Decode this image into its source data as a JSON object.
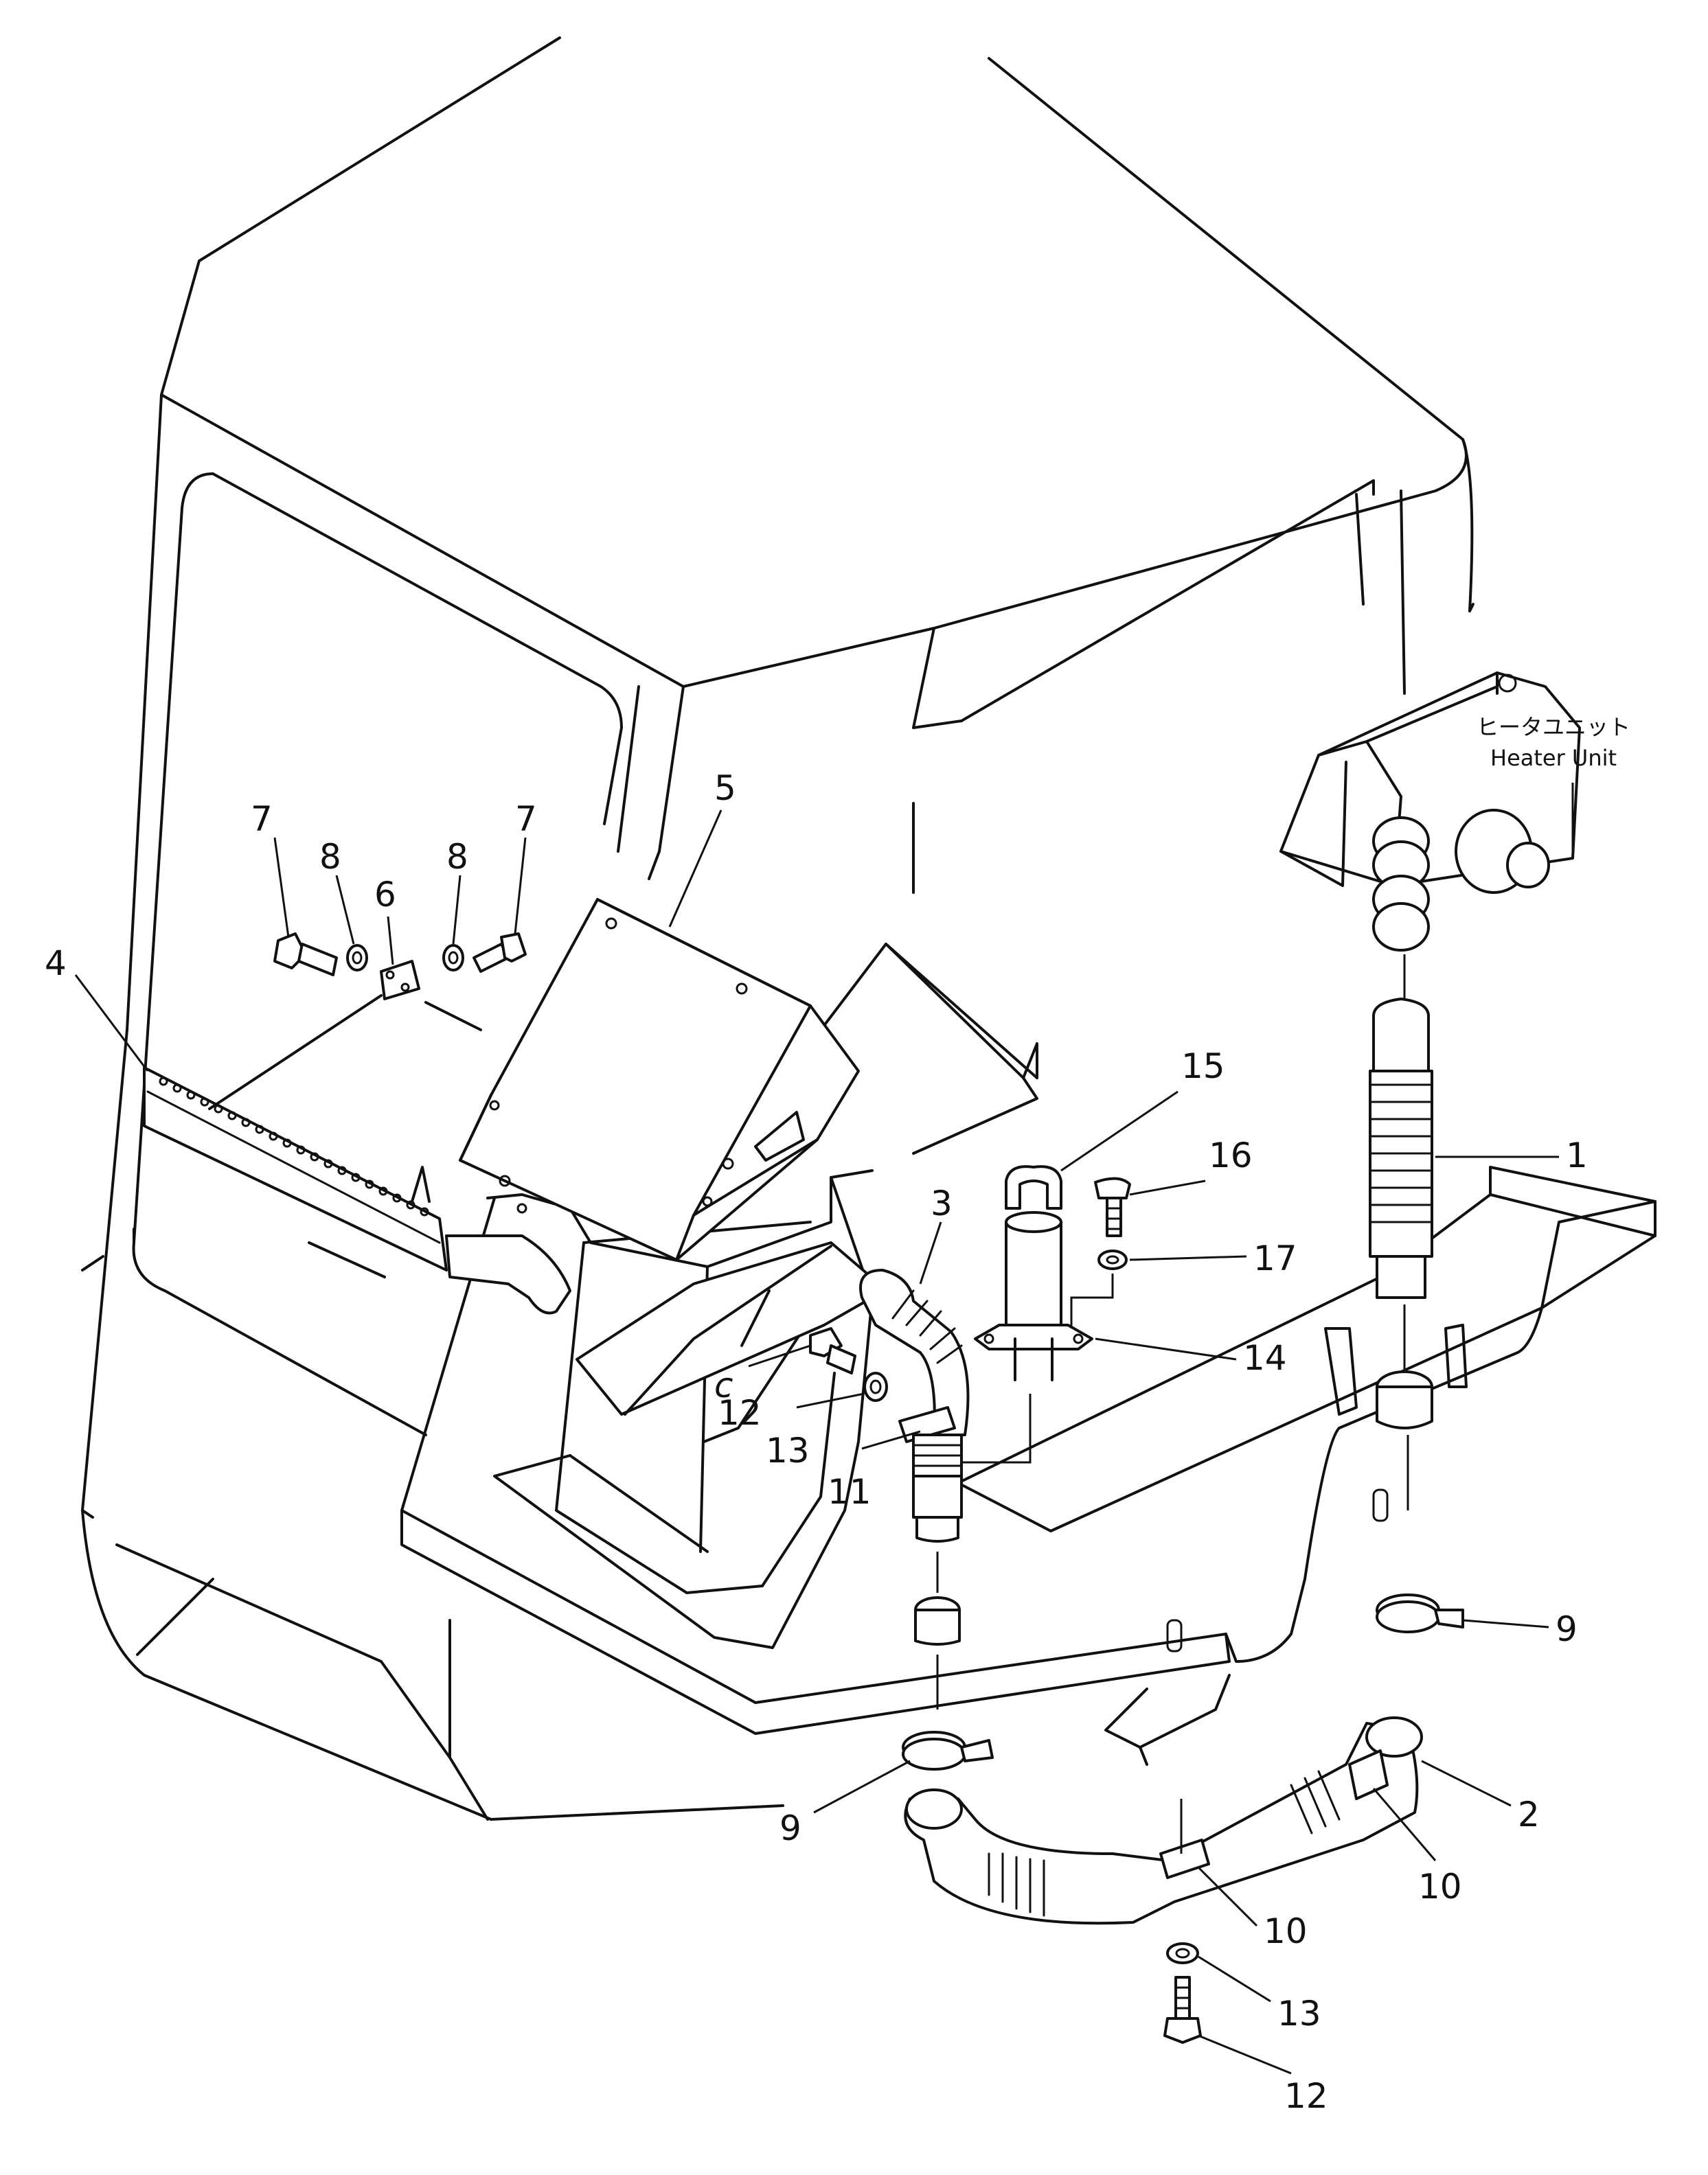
{
  "diagram": {
    "heater_unit": {
      "label_jp": "ヒータユニット",
      "label_en": "Heater Unit"
    },
    "callouts": [
      {
        "id": "c1",
        "text": "1"
      },
      {
        "id": "c2",
        "text": "2"
      },
      {
        "id": "c3",
        "text": "3"
      },
      {
        "id": "c4",
        "text": "4"
      },
      {
        "id": "c5",
        "text": "5"
      },
      {
        "id": "c6",
        "text": "6"
      },
      {
        "id": "c7a",
        "text": "7"
      },
      {
        "id": "c7b",
        "text": "7"
      },
      {
        "id": "c8a",
        "text": "8"
      },
      {
        "id": "c8b",
        "text": "8"
      },
      {
        "id": "c9a",
        "text": "9"
      },
      {
        "id": "c9b",
        "text": "9"
      },
      {
        "id": "c10a",
        "text": "10"
      },
      {
        "id": "c10b",
        "text": "10"
      },
      {
        "id": "c11",
        "text": "11"
      },
      {
        "id": "c12a",
        "text": "12"
      },
      {
        "id": "c12b",
        "text": "12"
      },
      {
        "id": "c13a",
        "text": "13"
      },
      {
        "id": "c13b",
        "text": "13"
      },
      {
        "id": "c14",
        "text": "14"
      },
      {
        "id": "c15",
        "text": "15"
      },
      {
        "id": "c16",
        "text": "16"
      },
      {
        "id": "c17",
        "text": "17"
      }
    ]
  }
}
